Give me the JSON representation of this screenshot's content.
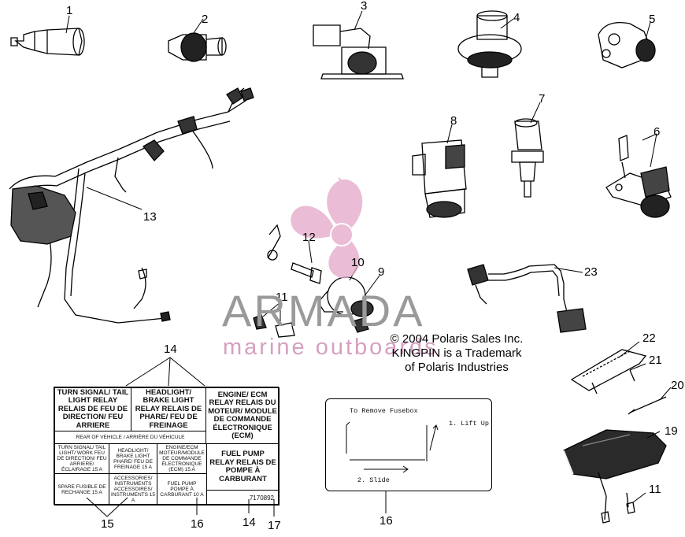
{
  "callouts": [
    "1",
    "2",
    "3",
    "4",
    "5",
    "6",
    "7",
    "8",
    "9",
    "10",
    "11",
    "11",
    "12",
    "13",
    "14",
    "14",
    "15",
    "16",
    "16",
    "17",
    "19",
    "20",
    "21",
    "22",
    "23"
  ],
  "watermark": {
    "top": "ARMADA",
    "bottom": "marine outboards"
  },
  "copyright": [
    "© 2004 Polaris Sales Inc.",
    "KINGPIN is a Trademark",
    "of Polaris Industries"
  ],
  "decal": {
    "row1": [
      "TURN SIGNAL/ TAIL LIGHT RELAY RELAIS DE FEU DE DIRECTION/ FEU ARRIERE",
      "HEADLIGHT/ BRAKE LIGHT RELAY RELAIS DE PHARE/ FEU DE FREINAGE",
      "ENGINE/ ECM RELAY RELAIS DU MOTEUR/ MODULE DE COMMANDE ÉLECTRONIQUE (ECM)"
    ],
    "rear_note": "REAR OF VEHICLE / ARRIÈRE DU VÉHICULE",
    "fuses": [
      "TURN SIGNAL/ TAIL LIGHT/ WORK FEU DE DIRECTION/ FEU ARRIERE/ÉCLAIRAGE 15 A",
      "HEADLIGHT/ BRAKE LIGHT PHARE/ FEU DE FREINAGE 15 A",
      "ENGINE/ECM MOTEUR/MODULE DE COMMANDE ÉLECTRONIQUE (ECM) 15 A",
      "SPARE FUSIBLE DE RECHANGE 15 A",
      "ACCESSORIES/ INSTRUMENTS ACCESSOIRES/ INSTRUMENTS 15 A",
      "FUEL PUMP POMPE À CARBURANT 10 A"
    ],
    "fuel_pump_relay": "FUEL PUMP RELAY RELAIS DE POMPE À CARBURANT",
    "part_number": "7170892"
  },
  "fusebox_decal": {
    "title": "To Remove Fusebox",
    "step1": "1. Lift Up",
    "step2": "2. Slide"
  }
}
